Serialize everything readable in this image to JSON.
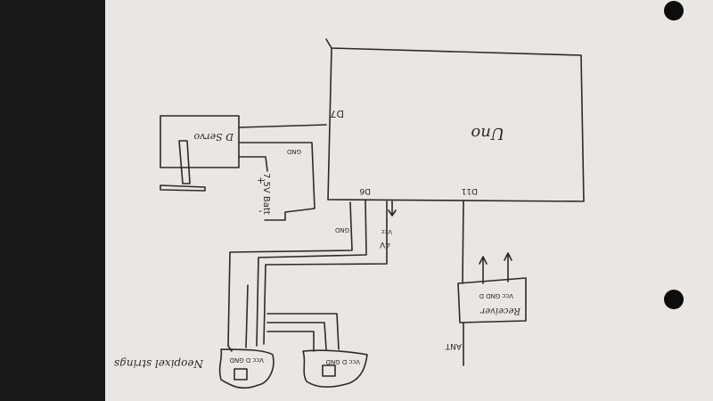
{
  "colors": {
    "background": "#1a1919",
    "paper": "#e9e6e3",
    "ink": "#2b2b2b",
    "punch_hole": "#0d0d0d"
  },
  "arduino": {
    "title": "Uno",
    "pin_d7": "D7",
    "pin_d6": "D6",
    "pin_d11": "D11"
  },
  "servo": {
    "label": "D Servo"
  },
  "power": {
    "gnd": "GND",
    "battery": "7.5V Batt",
    "plus": "+",
    "minus": "-"
  },
  "bus": {
    "gnd": "GND",
    "vcc": "Vcc",
    "volts": "4V"
  },
  "receiver": {
    "label": "Receiver",
    "pins": "Vcc GND D",
    "antenna": "ANT"
  },
  "neopixels": {
    "label": "Neopixel strings",
    "strip1_pins": "Vcc D GND",
    "strip2_pins": "Vcc D GND"
  }
}
